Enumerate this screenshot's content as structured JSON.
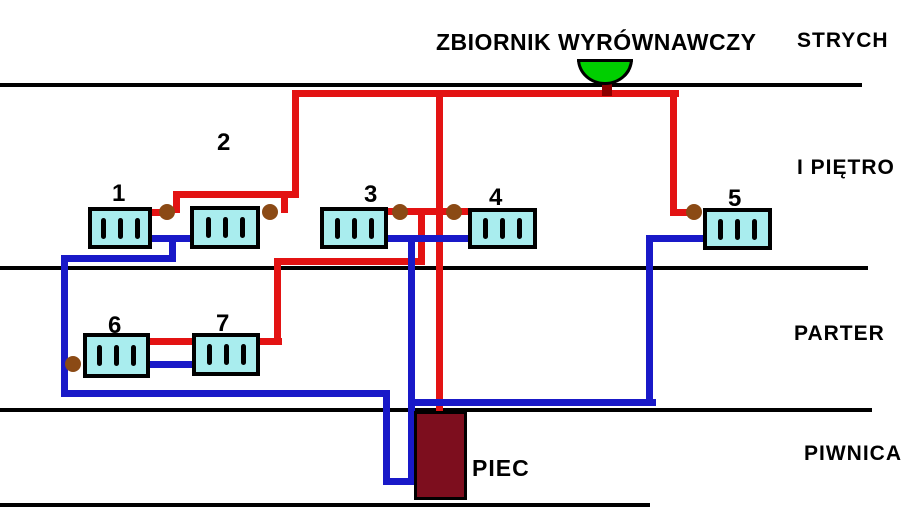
{
  "title": "ZBIORNIK WYRÓWNAWCZY",
  "floors": [
    {
      "label": "STRYCH"
    },
    {
      "label": "I PIĘTRO"
    },
    {
      "label": "PARTER"
    },
    {
      "label": "PIWNICA"
    }
  ],
  "furnace_label": "PIEC",
  "radiators": [
    {
      "label": "1"
    },
    {
      "label": "2"
    },
    {
      "label": "3"
    },
    {
      "label": "4"
    },
    {
      "label": "5"
    },
    {
      "label": "6"
    },
    {
      "label": "7"
    }
  ],
  "colors": {
    "supply_pipe": "#e31313",
    "return_pipe": "#1919c8",
    "radiator_fill": "#a9edee",
    "furnace_fill": "#7d0e1e",
    "tank_fill": "#00cf00",
    "valve": "#8b4a15",
    "floor_line": "#000000",
    "background": "#ffffff"
  }
}
